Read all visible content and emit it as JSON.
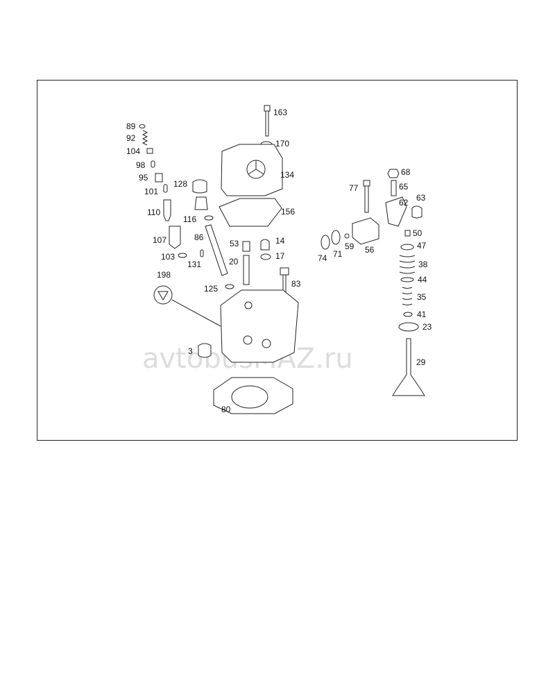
{
  "figure": {
    "watermark": "avtobusMAZ.ru",
    "part_numbers": [
      "89",
      "92",
      "104",
      "98",
      "95",
      "101",
      "128",
      "110",
      "116",
      "107",
      "86",
      "103",
      "131",
      "163",
      "170",
      "134",
      "156",
      "53",
      "14",
      "20",
      "17",
      "125",
      "83",
      "198",
      "3",
      "80",
      "77",
      "68",
      "65",
      "62",
      "63",
      "74",
      "71",
      "59",
      "56",
      "50",
      "47",
      "38",
      "44",
      "35",
      "41",
      "23",
      "29"
    ]
  }
}
